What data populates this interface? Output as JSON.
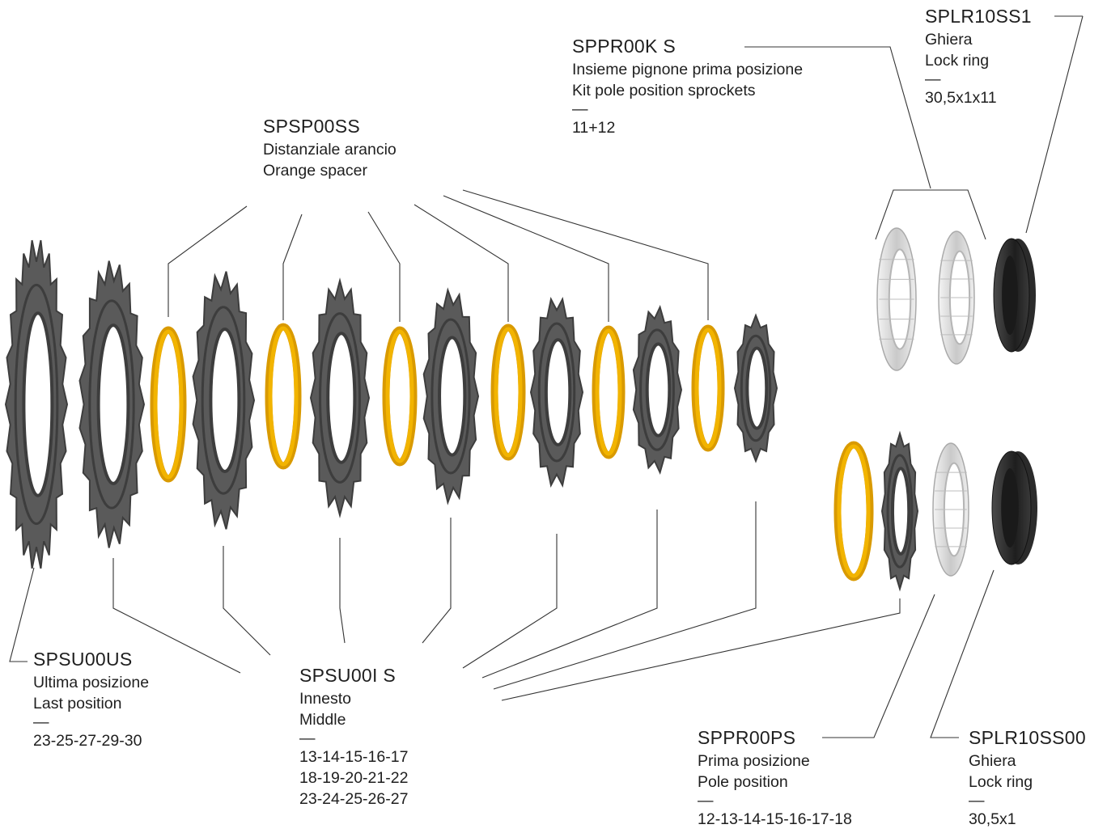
{
  "colors": {
    "sprocket": "#5a5a5a",
    "sprocket_dark": "#3d3d3d",
    "spacer": "#f2b400",
    "spacer_dark": "#d99a00",
    "silver": "#d8d8d8",
    "lockring": "#2b2b2b",
    "leader_line": "#333333"
  },
  "labels": {
    "splr10ss1": {
      "code": "SPLR10SS1",
      "it": "Ghiera",
      "en": "Lock ring",
      "dash": "—",
      "size": "30,5x1x11"
    },
    "sppr00ks": {
      "code": "SPPR00K S",
      "it": "Insieme pignone prima posizione",
      "en": "Kit pole position sprockets",
      "dash": "—",
      "size": "11+12"
    },
    "spsp00ss": {
      "code": "SPSP00SS",
      "it": "Distanziale arancio",
      "en": "Orange spacer"
    },
    "spsu00us": {
      "code": "SPSU00US",
      "it": "Ultima posizione",
      "en": "Last position",
      "dash": "—",
      "size": "23-25-27-29-30"
    },
    "spsu00is": {
      "code": "SPSU00I S",
      "it": "Innesto",
      "en": "Middle",
      "dash": "—",
      "size1": "13-14-15-16-17",
      "size2": "18-19-20-21-22",
      "size3": "23-24-25-26-27"
    },
    "sppr00ps": {
      "code": "SPPR00PS",
      "it": "Prima posizione",
      "en": "Pole position",
      "dash": "—",
      "size": "12-13-14-15-16-17-18"
    },
    "splr10ss00": {
      "code": "SPLR10SS00",
      "it": "Ghiera",
      "en": "Lock ring",
      "dash": "—",
      "size": "30,5x1"
    }
  }
}
